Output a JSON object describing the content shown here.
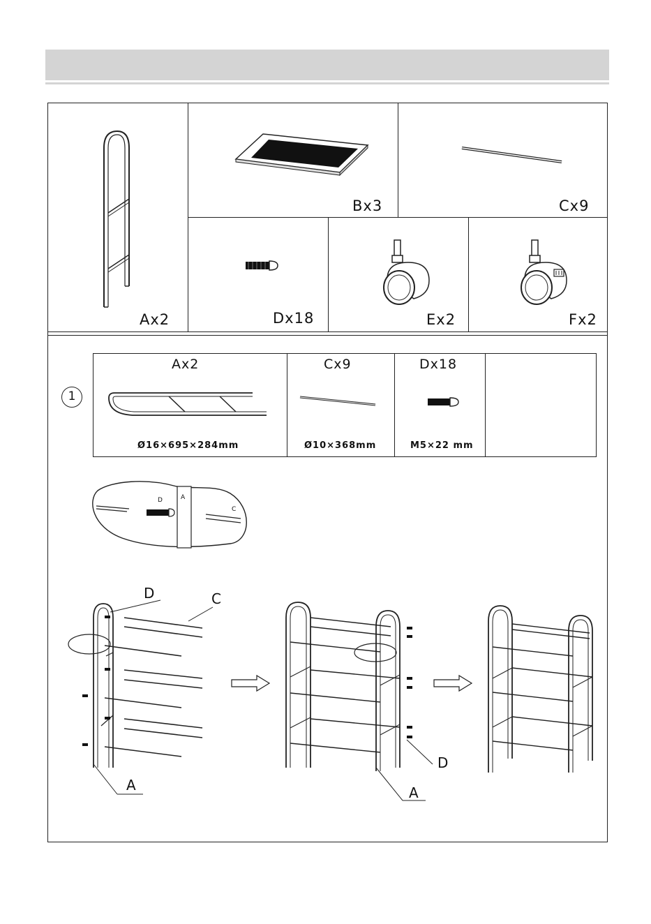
{
  "parts": [
    {
      "id": "A",
      "label": "Ax2"
    },
    {
      "id": "B",
      "label": "Bx3"
    },
    {
      "id": "C",
      "label": "Cx9"
    },
    {
      "id": "D",
      "label": "Dx18"
    },
    {
      "id": "E",
      "label": "Ex2"
    },
    {
      "id": "F",
      "label": "Fx2"
    }
  ],
  "step1": {
    "number": "1",
    "items": [
      {
        "label": "Ax2",
        "spec": "Ø16×695×284mm"
      },
      {
        "label": "Cx9",
        "spec": "Ø10×368mm"
      },
      {
        "label": "Dx18",
        "spec": "M5×22 mm"
      }
    ]
  },
  "detail": {
    "d": "D",
    "a": "A",
    "c": "C"
  },
  "callouts": {
    "d_left": "D",
    "c_left": "C",
    "a_left": "A",
    "d_mid": "D",
    "a_mid": "A"
  }
}
